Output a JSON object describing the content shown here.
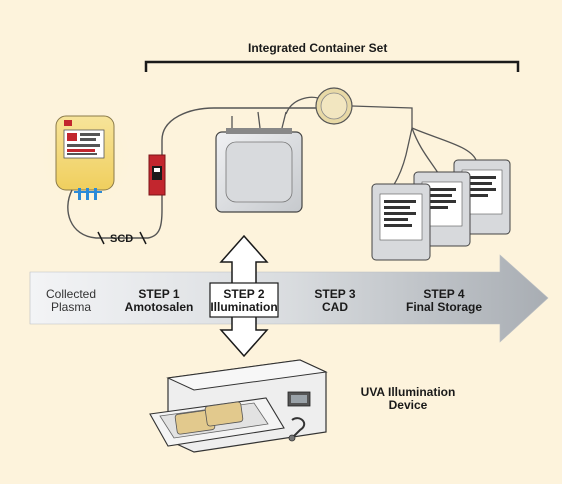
{
  "header": {
    "container_set_label": "Integrated Container Set"
  },
  "labels": {
    "scd": "SCD"
  },
  "flow": {
    "start_line1": "Collected",
    "start_line2": "Plasma",
    "steps": [
      {
        "title": "STEP 1",
        "subtitle": "Amotosalen"
      },
      {
        "title": "STEP 2",
        "subtitle": "Illumination"
      },
      {
        "title": "STEP 3",
        "subtitle": "CAD"
      },
      {
        "title": "STEP 4",
        "subtitle": "Final Storage"
      }
    ]
  },
  "device": {
    "line1": "UVA Illumination",
    "line2": "Device"
  },
  "colors": {
    "background": "#fdf3dc",
    "arrow_light": "#eef0f2",
    "arrow_dark": "#a9aeb4",
    "plasma_bag": "#f4d77a",
    "red_clamp": "#c2262e",
    "connector_blue": "#2a8ad8",
    "bag_fill": "#d7d9dc"
  }
}
